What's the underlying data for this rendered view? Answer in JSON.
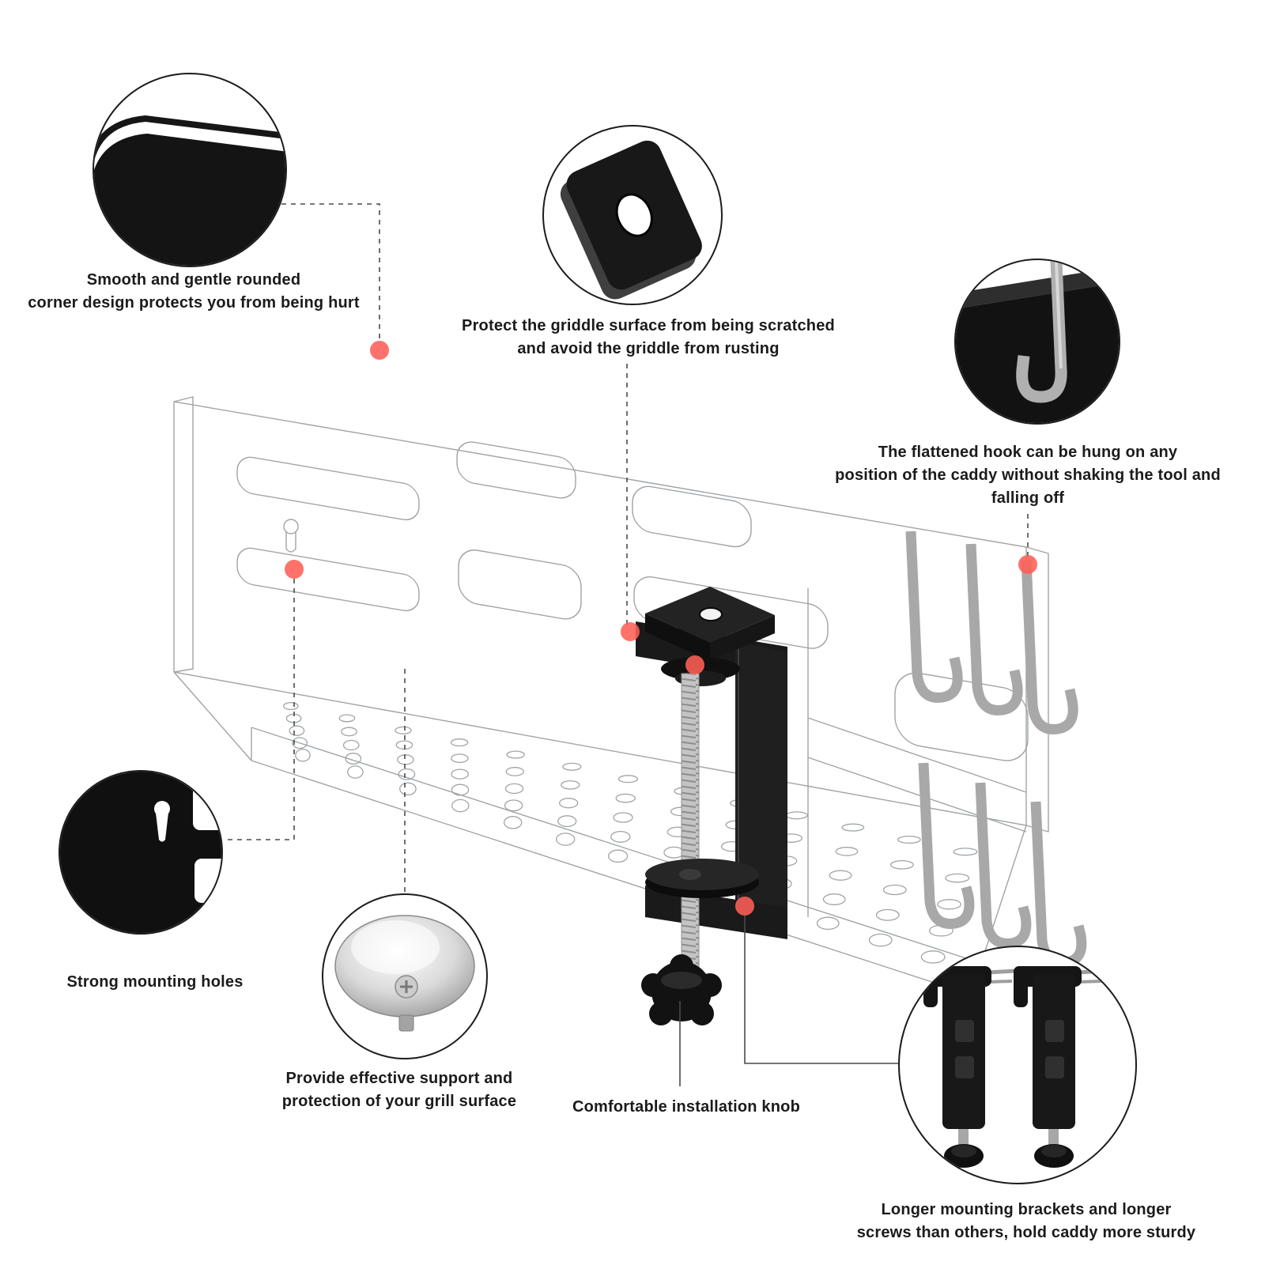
{
  "features": {
    "rounded_corner": {
      "caption": "Smooth and gentle rounded\ncorner design protects you from being hurt"
    },
    "griddle_plate": {
      "caption": "Protect the griddle surface from being scratched\nand avoid the griddle from rusting"
    },
    "flattened_hook": {
      "caption": "The flattened hook can be hung on any\nposition of the caddy without shaking the tool and\nfalling off"
    },
    "mounting_holes": {
      "caption": "Strong mounting holes"
    },
    "support_disc": {
      "caption": "Provide effective support and\nprotection of your grill surface"
    },
    "installation_knob": {
      "caption": "Comfortable installation knob"
    },
    "mounting_brackets": {
      "caption": "Longer mounting brackets and longer\nscrews than others,  hold caddy more sturdy"
    }
  },
  "colors": {
    "accent_dot": "#ff5f56",
    "wireframe": "#a0a4a8",
    "metal_black": "#141414",
    "metal_gray": "#a8a8a8"
  }
}
